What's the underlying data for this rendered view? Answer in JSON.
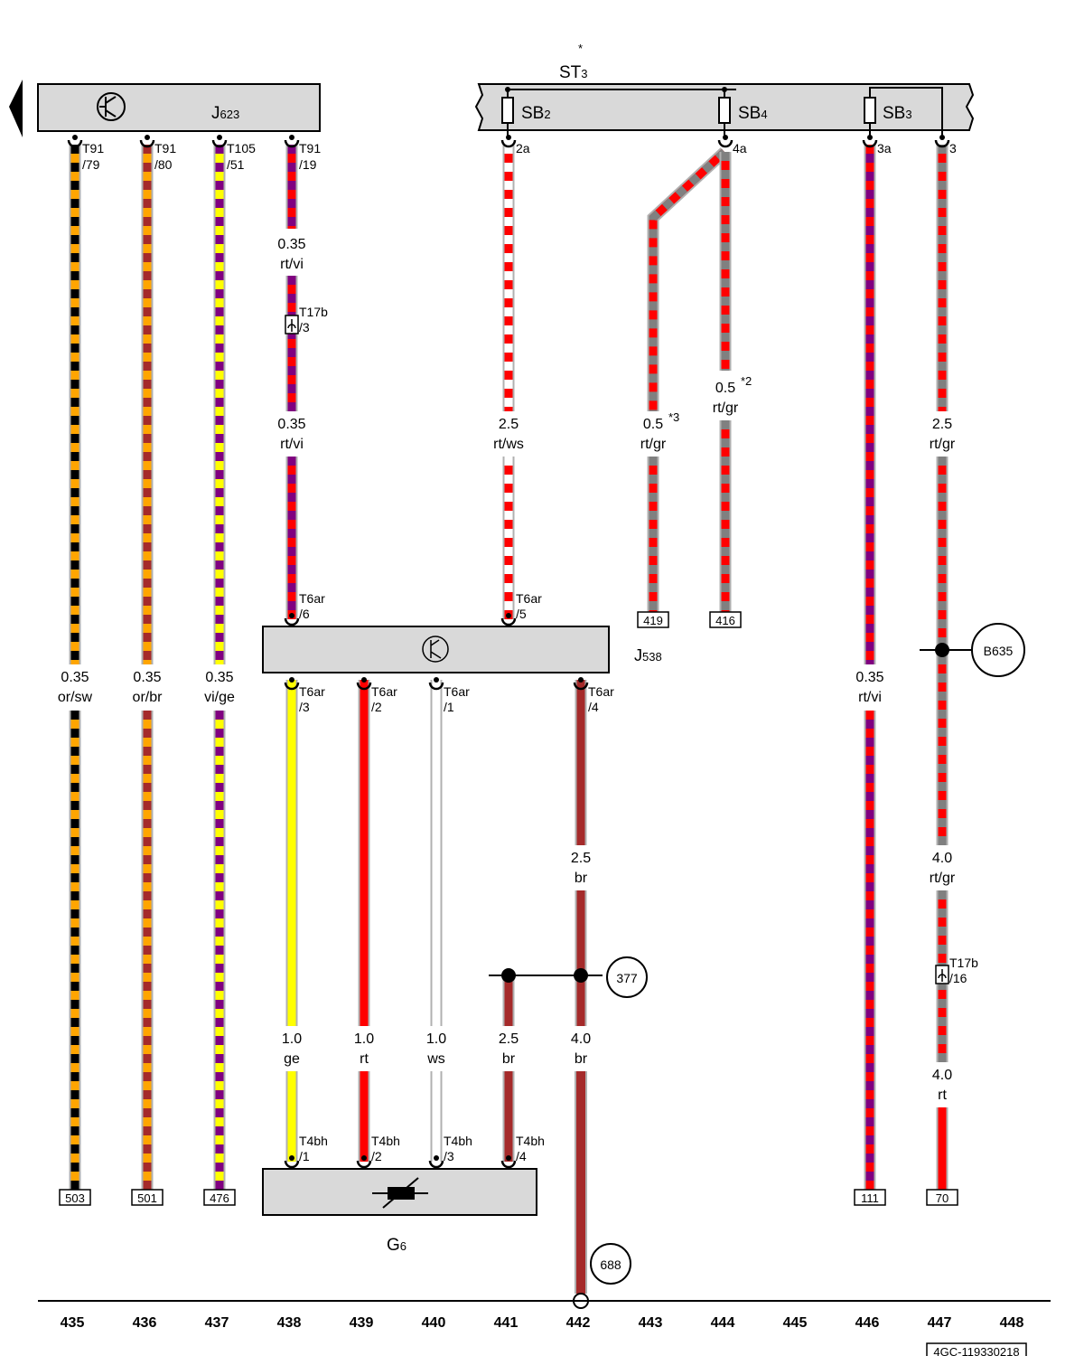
{
  "components": {
    "j623": {
      "name": "J",
      "sub": "623"
    },
    "st3": {
      "name": "ST",
      "sub": "3",
      "note": "*"
    },
    "sb2": {
      "name": "SB",
      "sub": "2"
    },
    "sb4": {
      "name": "SB",
      "sub": "4"
    },
    "sb3": {
      "name": "SB",
      "sub": "3"
    },
    "j538": {
      "name": "J",
      "sub": "538"
    },
    "g6": {
      "name": "G",
      "sub": "6"
    }
  },
  "pins": {
    "t91_79": {
      "a": "T91",
      "b": "/79"
    },
    "t91_80": {
      "a": "T91",
      "b": "/80"
    },
    "t105_51": {
      "a": "T105",
      "b": "/51"
    },
    "t91_19": {
      "a": "T91",
      "b": "/19"
    },
    "st_2a": "2a",
    "st_4a": "4a",
    "st_3a": "3a",
    "st_3": "3",
    "t17b_3": {
      "a": "T17b",
      "b": "/3"
    },
    "t17b_16": {
      "a": "T17b",
      "b": "/16"
    },
    "t6ar_6": {
      "a": "T6ar",
      "b": "/6"
    },
    "t6ar_5": {
      "a": "T6ar",
      "b": "/5"
    },
    "t6ar_3": {
      "a": "T6ar",
      "b": "/3"
    },
    "t6ar_2": {
      "a": "T6ar",
      "b": "/2"
    },
    "t6ar_1": {
      "a": "T6ar",
      "b": "/1"
    },
    "t6ar_4": {
      "a": "T6ar",
      "b": "/4"
    },
    "t4bh_1": {
      "a": "T4bh",
      "b": "/1"
    },
    "t4bh_2": {
      "a": "T4bh",
      "b": "/2"
    },
    "t4bh_3": {
      "a": "T4bh",
      "b": "/3"
    },
    "t4bh_4": {
      "a": "T4bh",
      "b": "/4"
    }
  },
  "wire_labels": {
    "w435": {
      "size": "0.35",
      "color": "or/sw"
    },
    "w436": {
      "size": "0.35",
      "color": "or/br"
    },
    "w437": {
      "size": "0.35",
      "color": "vi/ge"
    },
    "w438a": {
      "size": "0.35",
      "color": "rt/vi"
    },
    "w438b": {
      "size": "0.35",
      "color": "rt/vi"
    },
    "w441a": {
      "size": "2.5",
      "color": "rt/ws"
    },
    "w443": {
      "size": "0.5",
      "color": "rt/gr",
      "note": "*3"
    },
    "w444": {
      "size": "0.5",
      "color": "rt/gr",
      "note": "*2"
    },
    "w447a": {
      "size": "2.5",
      "color": "rt/gr"
    },
    "w446": {
      "size": "0.35",
      "color": "rt/vi"
    },
    "w442a": {
      "size": "2.5",
      "color": "br"
    },
    "w447b": {
      "size": "4.0",
      "color": "rt/gr"
    },
    "w438c": {
      "size": "1.0",
      "color": "ge"
    },
    "w439": {
      "size": "1.0",
      "color": "rt"
    },
    "w440": {
      "size": "1.0",
      "color": "ws"
    },
    "w441b": {
      "size": "2.5",
      "color": "br"
    },
    "w442b": {
      "size": "4.0",
      "color": "br"
    },
    "w447c": {
      "size": "4.0",
      "color": "rt"
    }
  },
  "references": {
    "r503": "503",
    "r501": "501",
    "r476": "476",
    "r419": "419",
    "r416": "416",
    "r111": "111",
    "r70": "70",
    "c_b635": "B635",
    "c_377": "377",
    "c_688": "688"
  },
  "tracks": [
    "435",
    "436",
    "437",
    "438",
    "439",
    "440",
    "441",
    "442",
    "443",
    "444",
    "445",
    "446",
    "447",
    "448"
  ],
  "doc_id": "4GC-119330218",
  "wire_colors": {
    "rt": "#ff0000",
    "vi": "#800080",
    "ge": "#ffff00",
    "or": "#ffa500",
    "sw": "#000000",
    "br": "#a52a2a",
    "ws": "#ffffff",
    "gr": "#808080"
  }
}
